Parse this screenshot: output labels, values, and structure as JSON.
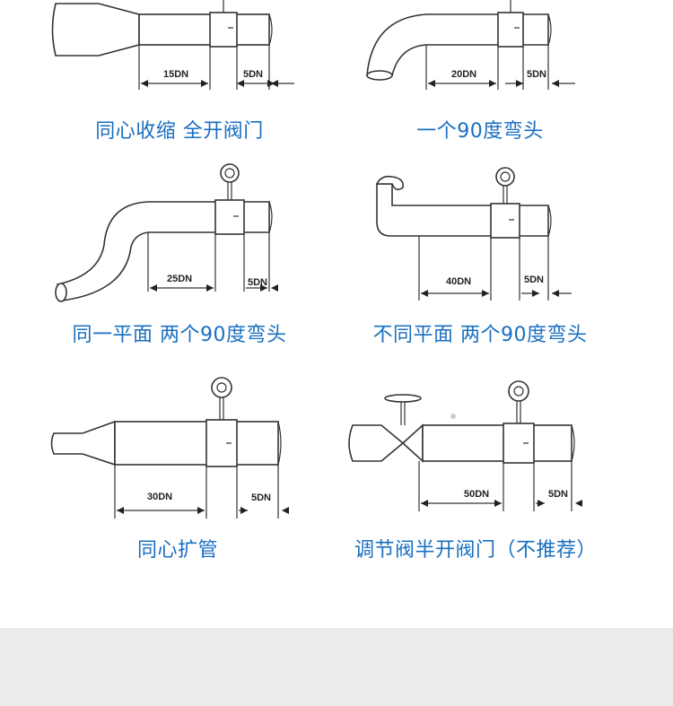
{
  "diagrams": [
    {
      "caption": "同心收缩 全开阀门",
      "upstream": "15DN",
      "downstream": "5DN"
    },
    {
      "caption": "一个90度弯头",
      "upstream": "20DN",
      "downstream": "5DN"
    },
    {
      "caption": "同一平面 两个90度弯头",
      "upstream": "25DN",
      "downstream": "5DN"
    },
    {
      "caption": "不同平面 两个90度弯头",
      "upstream": "40DN",
      "downstream": "5DN"
    },
    {
      "caption": "同心扩管",
      "upstream": "30DN",
      "downstream": "5DN"
    },
    {
      "caption": "调节阀半开阀门（不推荐）",
      "upstream": "50DN",
      "downstream": "5DN"
    }
  ],
  "colors": {
    "caption": "#1a6fc0",
    "footer": "#ececec",
    "line": "#333333"
  }
}
